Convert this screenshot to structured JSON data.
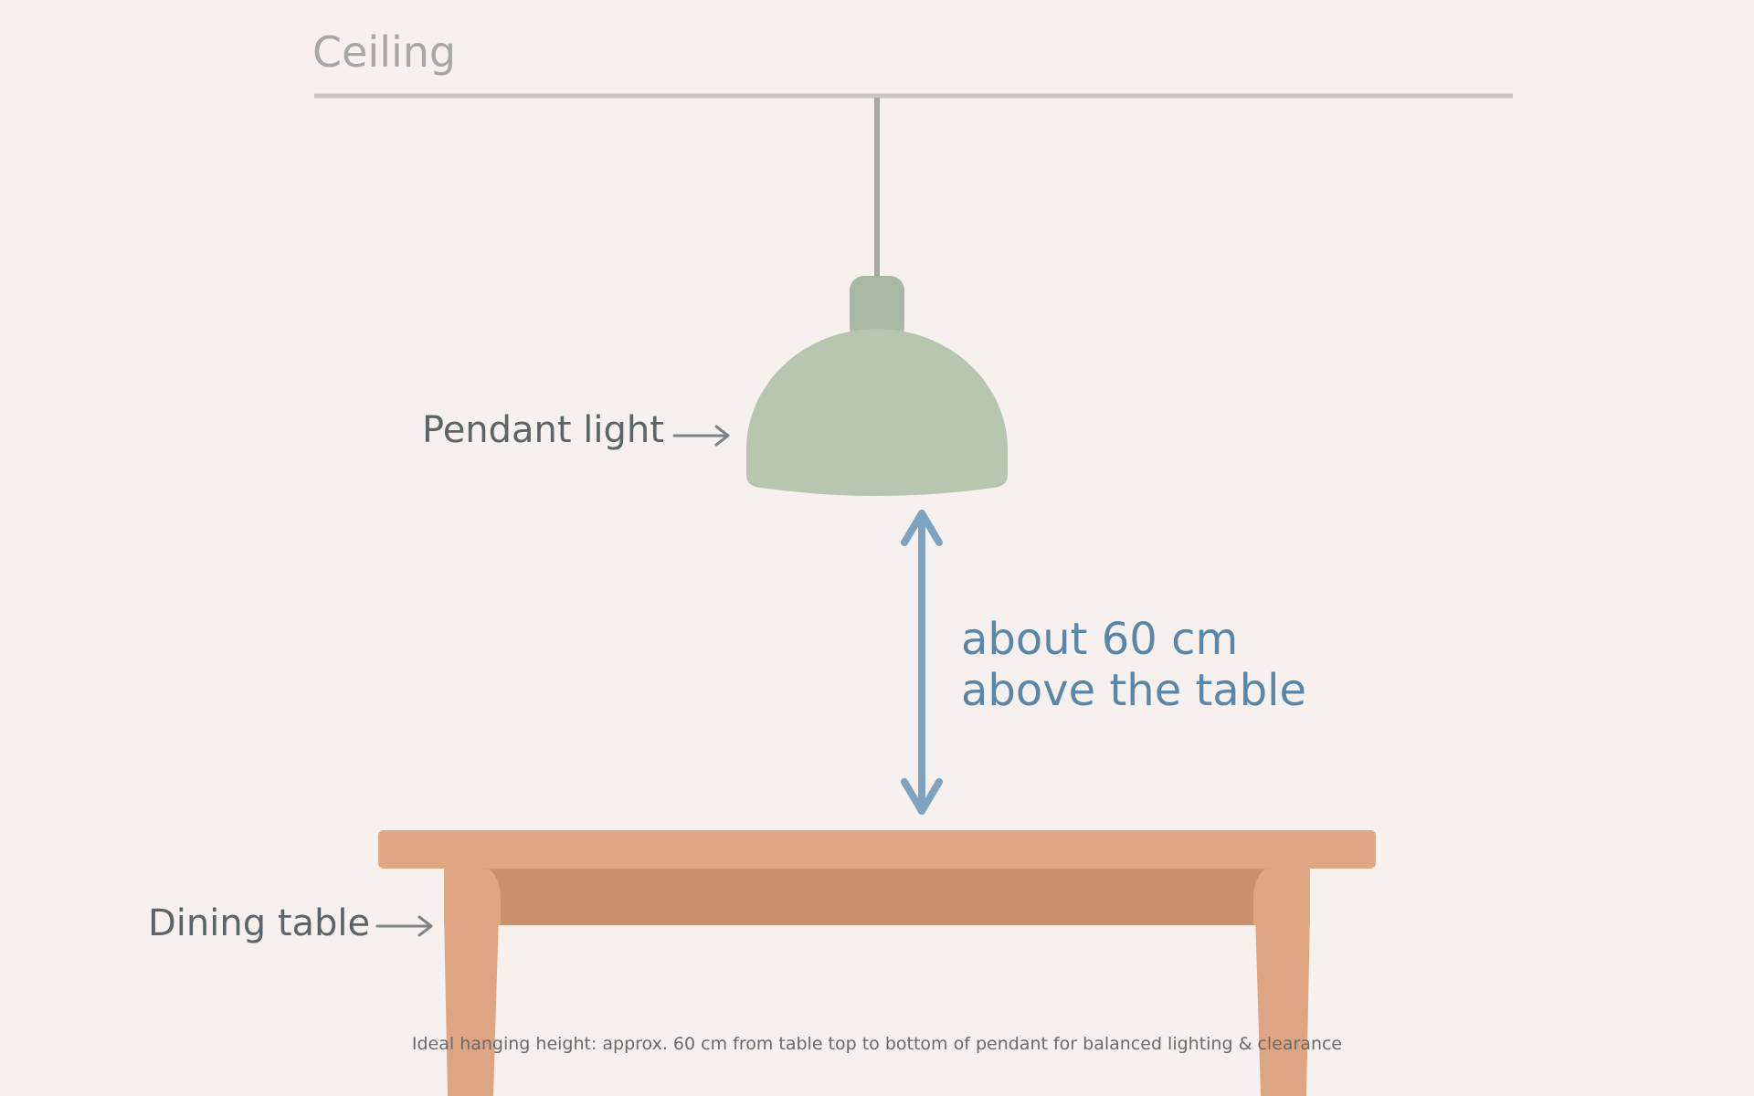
{
  "labels": {
    "ceiling": "Ceiling",
    "pendant": "Pendant light",
    "table": "Dining table",
    "distance_line1": "about 60 cm",
    "distance_line2": "above the table"
  },
  "caption": "Ideal hanging height: approx. 60 cm from table top to bottom of pendant for balanced lighting & clearance",
  "colors": {
    "background": "#f6f1ee",
    "ceiling_line": "#c9c7c4",
    "cord": "#a4a7a6",
    "shade": "#b8c6b0",
    "shade_cap": "#a8b8a2",
    "tabletop": "#e0a783",
    "table_apron": "#c88f6a",
    "table_legs": "#dea582",
    "measure_arrow": "#7ea2bf",
    "pointer_arrows": "#7d8486"
  },
  "icons": {
    "pendant_pointer": "right-arrow-icon",
    "table_pointer": "right-arrow-icon",
    "measure": "double-headed-vertical-arrow-icon"
  }
}
